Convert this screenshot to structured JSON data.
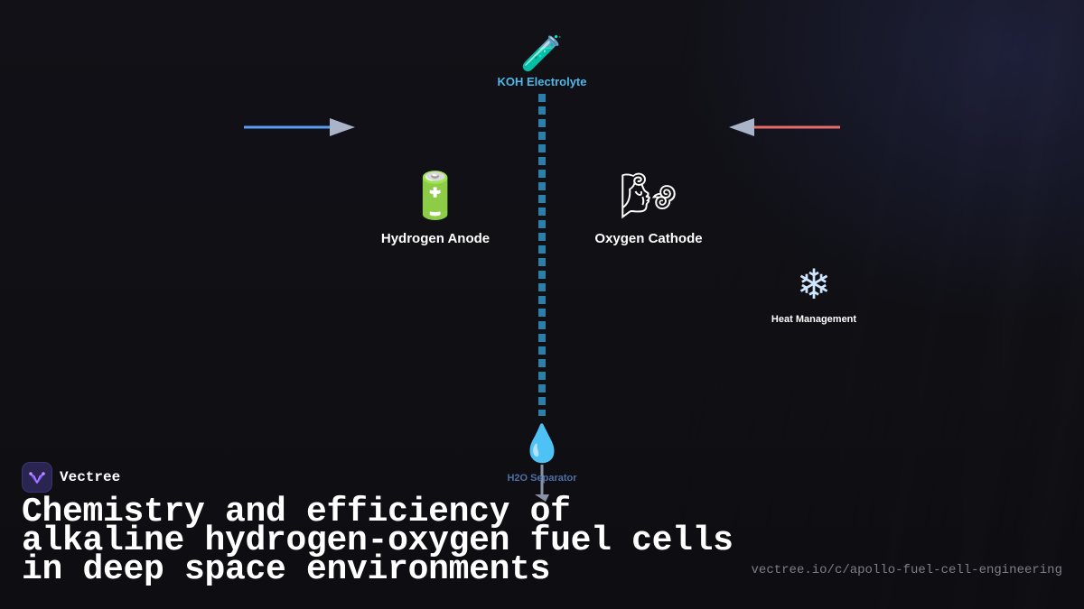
{
  "diagram": {
    "nodes": {
      "electrolyte": {
        "icon": "test-tube-icon",
        "glyph": "🧪",
        "label": "KOH Electrolyte"
      },
      "anode": {
        "icon": "battery-icon",
        "glyph": "🔋",
        "label": "Hydrogen Anode"
      },
      "cathode": {
        "icon": "wind-face-icon",
        "glyph": "🌬",
        "label": "Oxygen Cathode"
      },
      "heat": {
        "icon": "snowflake-icon",
        "glyph": "❄",
        "label": "Heat Management"
      },
      "separator": {
        "icon": "droplet-icon",
        "glyph": "💧",
        "label": "H2O Separator"
      }
    },
    "colors": {
      "hydrogen_flow": "#5b9cf0",
      "oxygen_flow": "#e86a6a",
      "arrowhead": "#a9b4c8",
      "electrolyte_line": "#2c7fa8",
      "electrolyte_label": "#4fb8e8",
      "separator_label": "#4e6fa5"
    }
  },
  "brand": {
    "name": "Vectree",
    "logo_icon": "vectree-logo-icon",
    "logo_color": "#7b5cff"
  },
  "footer": {
    "title": "Chemistry and efficiency of alkaline hydrogen-oxygen fuel cells in deep space environments",
    "url": "vectree.io/c/apollo-fuel-cell-engineering"
  }
}
